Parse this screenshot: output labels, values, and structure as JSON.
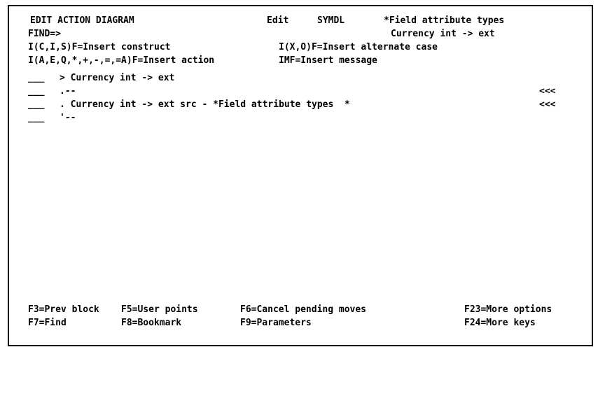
{
  "screen": {
    "title": "EDIT ACTION DIAGRAM",
    "mode": "Edit",
    "model": "SYMDL",
    "object_name": "*Field attribute types",
    "object_subtitle": "Currency int -> ext",
    "find_prompt": "FIND=>",
    "find_value": ""
  },
  "command_help": [
    {
      "left": "I(C,I,S)F=Insert construct",
      "right": "I(X,O)F=Insert alternate case"
    },
    {
      "left": "I(A,E,Q,*,+,-,=,=A)F=Insert action",
      "right": "IMF=Insert message"
    }
  ],
  "diagram": {
    "seq_field": "___",
    "lines": [
      {
        "seq": "___",
        "text": "> Currency int -> ext",
        "marker": ""
      },
      {
        "seq": "___",
        "text": ".--",
        "marker": "<<<"
      },
      {
        "seq": "___",
        "text": ". Currency int -> ext src - *Field attribute types  *",
        "marker": "<<<"
      },
      {
        "seq": "___",
        "text": "'--",
        "marker": ""
      }
    ]
  },
  "function_keys": [
    {
      "col1": "F3=Prev block",
      "col2": "F5=User points",
      "col3": "F6=Cancel pending moves",
      "col4": "F23=More options"
    },
    {
      "col1": "F7=Find",
      "col2": "F8=Bookmark",
      "col3": "F9=Parameters",
      "col4": "F24=More keys"
    }
  ],
  "colors": {
    "background": "#ffffff",
    "foreground": "#000000",
    "border": "#000000"
  }
}
